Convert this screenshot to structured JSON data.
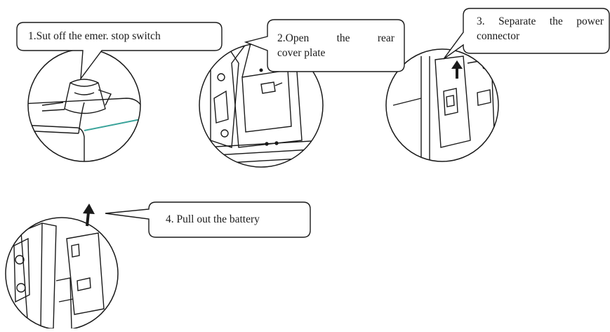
{
  "steps": [
    {
      "number": "1",
      "text": "1.Sut off the emer. stop switch"
    },
    {
      "number": "2",
      "line1_words": [
        "2.Open",
        "the",
        "rear"
      ],
      "line2": "cover plate"
    },
    {
      "number": "3",
      "line1_words": [
        "3.",
        "Separate",
        "the",
        "power"
      ],
      "line2": "connector"
    },
    {
      "number": "4",
      "text": "4. Pull out the battery"
    }
  ],
  "colors": {
    "line": "#1a1a1a",
    "accent": "#3aa39a",
    "background": "#ffffff"
  }
}
